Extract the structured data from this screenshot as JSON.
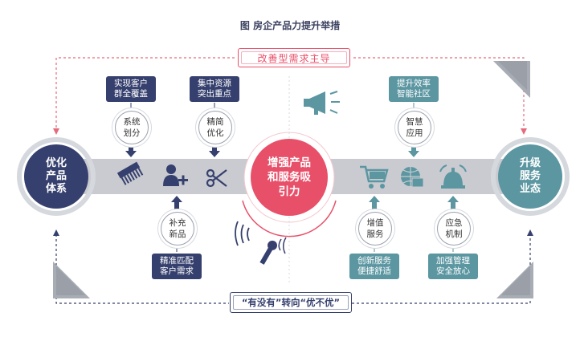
{
  "title": "图 房企产品力提升举措",
  "top_banner": "改善型需求主导",
  "bottom_banner": "“有没有”转向“优不优”",
  "left_circle": [
    "优化",
    "产品",
    "体系"
  ],
  "right_circle": [
    "升级",
    "服务",
    "业态"
  ],
  "center_circle": [
    "增强产品",
    "和服务吸",
    "引力"
  ],
  "top_boxes": [
    {
      "lines": [
        "实现客户",
        "群全覆盖"
      ]
    },
    {
      "lines": [
        "集中资源",
        "突出重点"
      ]
    },
    {
      "lines": [
        "提升效率",
        "智能社区"
      ]
    }
  ],
  "top_circles": [
    {
      "lines": [
        "系统",
        "划分"
      ]
    },
    {
      "lines": [
        "精简",
        "优化"
      ]
    },
    {
      "lines": [
        "智慧",
        "应用"
      ]
    }
  ],
  "bottom_circles": [
    {
      "lines": [
        "补充",
        "新品"
      ]
    },
    {
      "lines": [
        "增值",
        "服务"
      ]
    },
    {
      "lines": [
        "应急",
        "机制"
      ]
    }
  ],
  "bottom_boxes": [
    {
      "lines": [
        "精准匹配",
        "客户需求"
      ]
    },
    {
      "lines": [
        "创新服务",
        "便捷舒适"
      ]
    },
    {
      "lines": [
        "加强管理",
        "安全放心"
      ]
    }
  ],
  "colors": {
    "navy": "#36406e",
    "teal": "#5b96a1",
    "accent": "#e8506a",
    "band": "#c9cbd0"
  },
  "icons": [
    "comb-icon",
    "add-user-icon",
    "scissors-icon",
    "shopping-cart-icon",
    "globe-box-icon",
    "alarm-bell-icon",
    "megaphone-icon",
    "microphone-icon"
  ]
}
